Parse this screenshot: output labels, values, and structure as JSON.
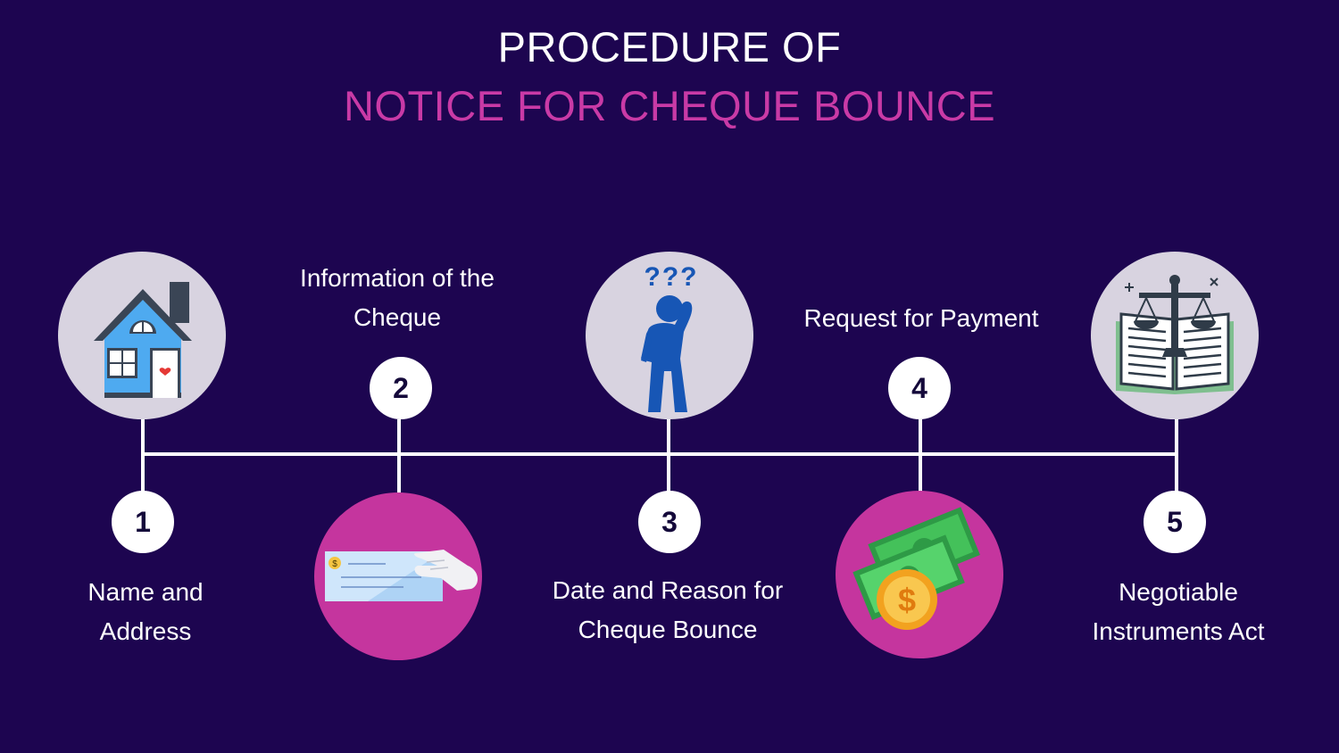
{
  "title": {
    "line1": "PROCEDURE OF",
    "line2": "NOTICE FOR CHEQUE BOUNCE"
  },
  "colors": {
    "background": "#1d0550",
    "accent": "#c93aa6",
    "grey_circle": "#d8d3e0",
    "magenta_circle": "#c5359e"
  },
  "steps": [
    {
      "number": "1",
      "line1": "Name and",
      "line2": "Address",
      "icon": "house-icon"
    },
    {
      "number": "2",
      "line1": "Information of the",
      "line2": "Cheque",
      "icon": "cheque-icon"
    },
    {
      "number": "3",
      "line1": "Date and Reason for",
      "line2": "Cheque Bounce",
      "icon": "confused-person-icon"
    },
    {
      "number": "4",
      "line1": "Request for Payment",
      "line2": "",
      "icon": "money-icon"
    },
    {
      "number": "5",
      "line1": "Negotiable",
      "line2": "Instruments Act",
      "icon": "law-book-icon"
    }
  ],
  "icon_glyphs": {
    "question_marks": "???",
    "dollar": "$"
  }
}
